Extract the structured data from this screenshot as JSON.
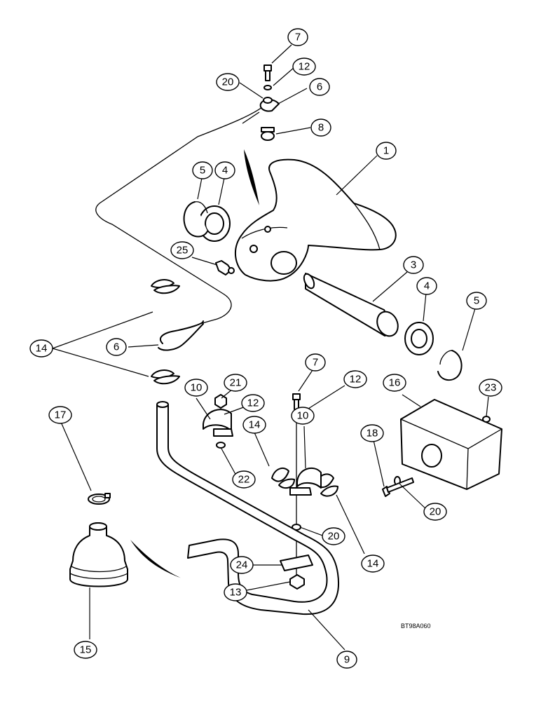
{
  "callouts": {
    "c1": "1",
    "c3": "3",
    "c4a": "4",
    "c4b": "4",
    "c5a": "5",
    "c5b": "5",
    "c6a": "6",
    "c6b": "6",
    "c7a": "7",
    "c7b": "7",
    "c8": "8",
    "c9": "9",
    "c10a": "10",
    "c10b": "10",
    "c12a": "12",
    "c12b": "12",
    "c12c": "12",
    "c13": "13",
    "c14a": "14",
    "c14b": "14",
    "c14c": "14",
    "c15": "15",
    "c16": "16",
    "c17": "17",
    "c18": "18",
    "c20a": "20",
    "c20b": "20",
    "c20c": "20",
    "c21": "21",
    "c22": "22",
    "c23": "23",
    "c24": "24",
    "c25": "25"
  },
  "reference_code": "BT98A060"
}
